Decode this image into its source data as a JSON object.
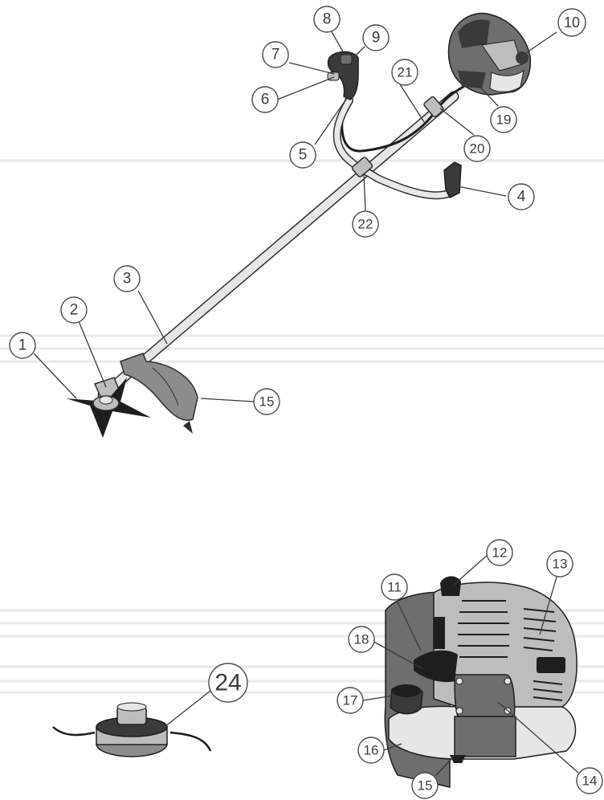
{
  "callouts": {
    "c1": "1",
    "c2": "2",
    "c3": "3",
    "c4": "4",
    "c5": "5",
    "c6": "6",
    "c7": "7",
    "c8": "8",
    "c9": "9",
    "c10": "10",
    "c11": "11",
    "c12": "12",
    "c13": "13",
    "c14": "14",
    "c15a": "15",
    "c15b": "15",
    "c16": "16",
    "c17": "17",
    "c18": "18",
    "c19": "19",
    "c20": "20",
    "c21": "21",
    "c22": "22",
    "c24": "24"
  },
  "colors": {
    "metal_light": "#e6e6e6",
    "metal_mid": "#bdbdbd",
    "plastic_dark": "#3a3a3a",
    "plastic_mid": "#6e6e6e",
    "guard_gray": "#8c8c8c",
    "outline": "#2e2e2e"
  }
}
